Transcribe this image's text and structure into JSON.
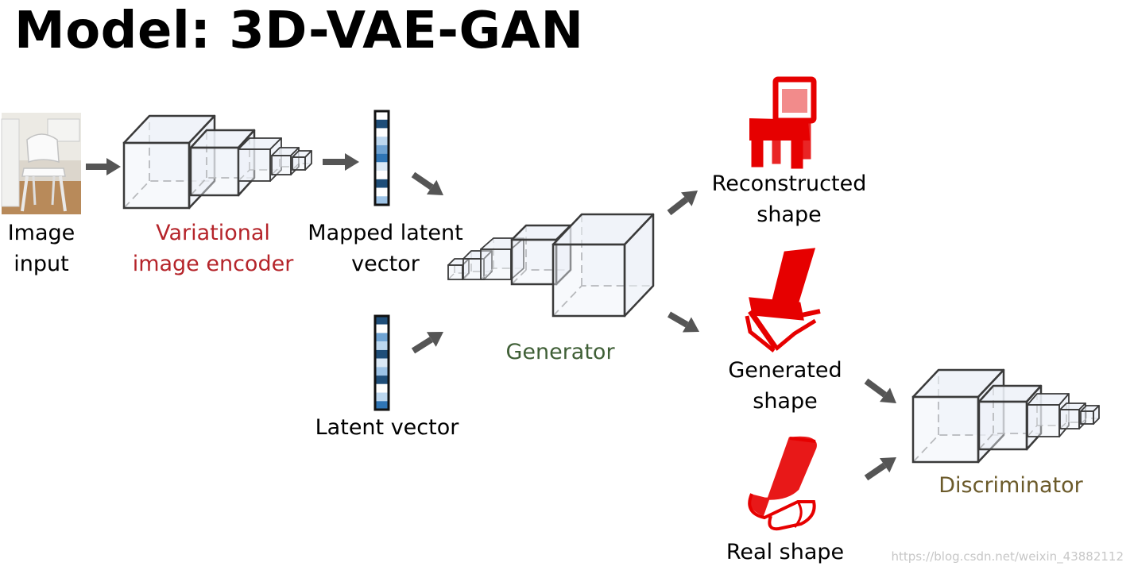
{
  "title": "Model: 3D-VAE-GAN",
  "labels": {
    "image_input": [
      "Image",
      "input"
    ],
    "encoder": [
      "Variational",
      "image encoder"
    ],
    "mapped_latent": [
      "Mapped latent",
      "vector"
    ],
    "latent_vector": "Latent vector",
    "generator": "Generator",
    "reconstructed": [
      "Reconstructed",
      "shape"
    ],
    "generated": [
      "Generated",
      "shape"
    ],
    "real_shape": "Real shape",
    "discriminator": "Discriminator"
  },
  "colors": {
    "encoder_label": "#b5242a",
    "generator_label": "#3f5f36",
    "discriminator_label": "#6b5a2a",
    "arrow": "#555555",
    "shape_red": "#e60000",
    "cube_face": "#eef2f8",
    "cube_edge": "#3a3a3a"
  },
  "vectors": {
    "mapped_latent_cells": [
      "#ffffff",
      "#1f4e79",
      "#ffffff",
      "#bcd7ef",
      "#6fa3d3",
      "#2f75b5",
      "#dbe9f6",
      "#ffffff",
      "#1f4e79",
      "#ffffff",
      "#9dc3e6"
    ],
    "latent_cells": [
      "#1f4e79",
      "#ffffff",
      "#6fa3d3",
      "#bcd7ef",
      "#1f4e79",
      "#dbe9f6",
      "#9dc3e6",
      "#1f4e79",
      "#ffffff",
      "#bcd7ef",
      "#2f75b5"
    ]
  },
  "watermark": "https://blog.csdn.net/weixin_43882112"
}
